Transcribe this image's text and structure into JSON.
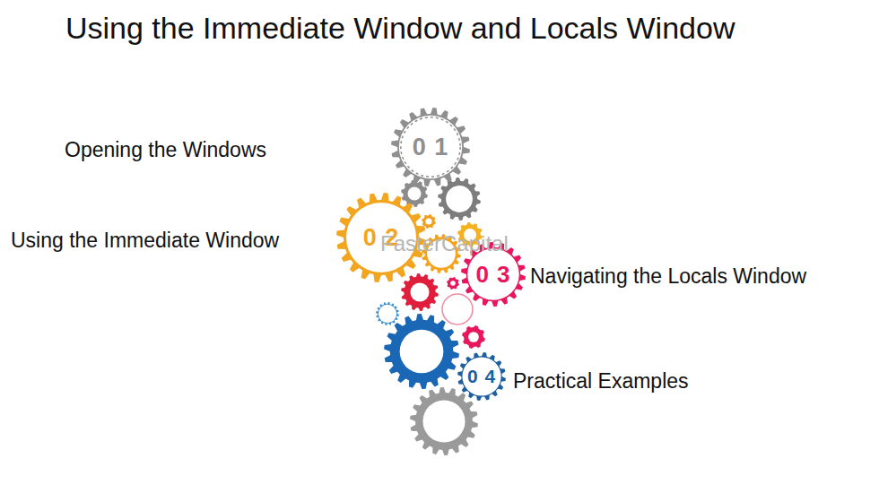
{
  "diagram": {
    "title": "Using the Immediate Window and Locals Window",
    "nodes": [
      {
        "text": [
          "0 1",
          "Opening the Windows"
        ]
      },
      {
        "text": [
          "0 2",
          "Using the Immediate Window"
        ]
      },
      {
        "text": [
          "0 3",
          "Navigating the Locals Window"
        ]
      },
      {
        "text": [
          "0 4",
          "Practical Examples"
        ]
      }
    ],
    "labels": [
      "FasterCapital"
    ]
  }
}
